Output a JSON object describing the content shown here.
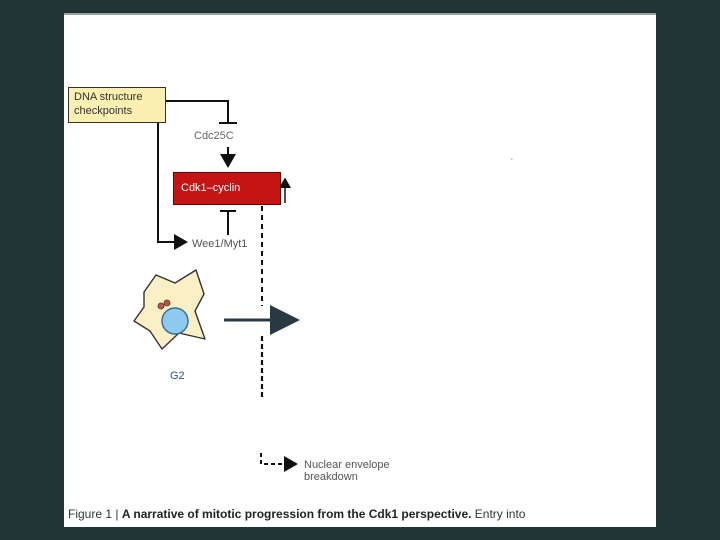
{
  "diagram": {
    "checkpoint_line1": "DNA structure",
    "checkpoint_line2": "checkpoints",
    "cdc25c": "Cdc25C",
    "cdk1_cyclin": "Cdk1–cyclin",
    "wee1_myt1": "Wee1/Myt1",
    "g2": "G2",
    "nuclear_envelope_line1": "Nuclear envelope",
    "nuclear_envelope_line2": "breakdown",
    "stray_mark": "‘"
  },
  "caption": {
    "prefix": "Figure 1 | ",
    "bold": "A narrative of mitotic progression from the Cdk1 perspective.",
    "suffix": " Entry into"
  },
  "colors": {
    "background": "#1f3634",
    "checkpoint_fill": "#fbefb2",
    "cdk_fill": "#c41414",
    "cell_fill": "#fbefc6",
    "nucleus_fill": "#8ec9f0",
    "g2_label": "#2b4f9e"
  }
}
